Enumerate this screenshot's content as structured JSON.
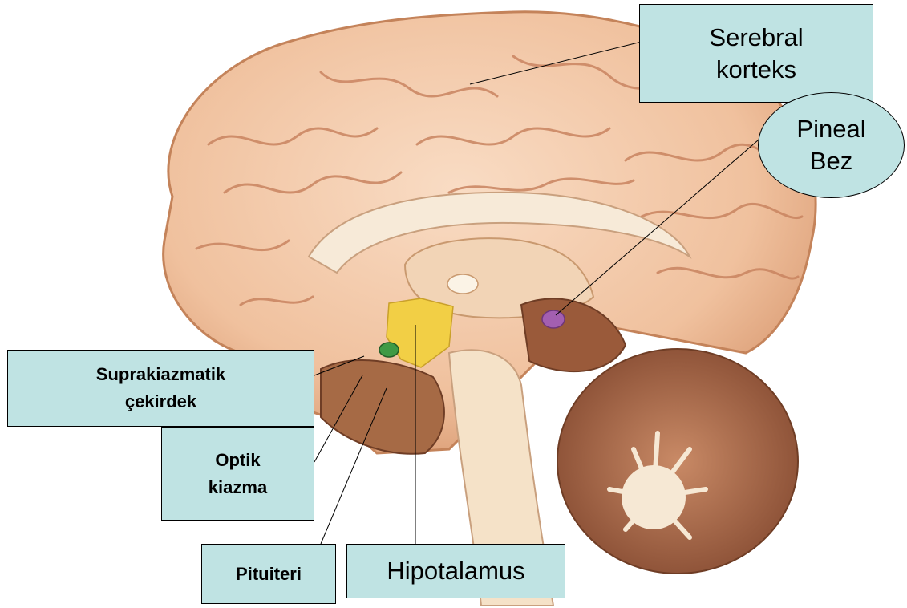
{
  "labels": {
    "serebral_korteks": [
      "Serebral",
      "korteks"
    ],
    "pineal_bez": [
      "Pineal",
      "Bez"
    ],
    "suprakiazmatik": [
      "Suprakiazmatik",
      "çekirdek"
    ],
    "optik_kiazma": [
      "Optik",
      "kiazma"
    ],
    "pituiteri": "Pituiteri",
    "hipotalamus": "Hipotalamus"
  },
  "colors": {
    "label_fill": "#bfe3e3",
    "brain_tissue": "#f2c4a2",
    "hypothalamus": "#f2cf45",
    "pineal_gland": "#a35fb0",
    "suprachiasmatic_nucleus": "#3f9a45"
  }
}
